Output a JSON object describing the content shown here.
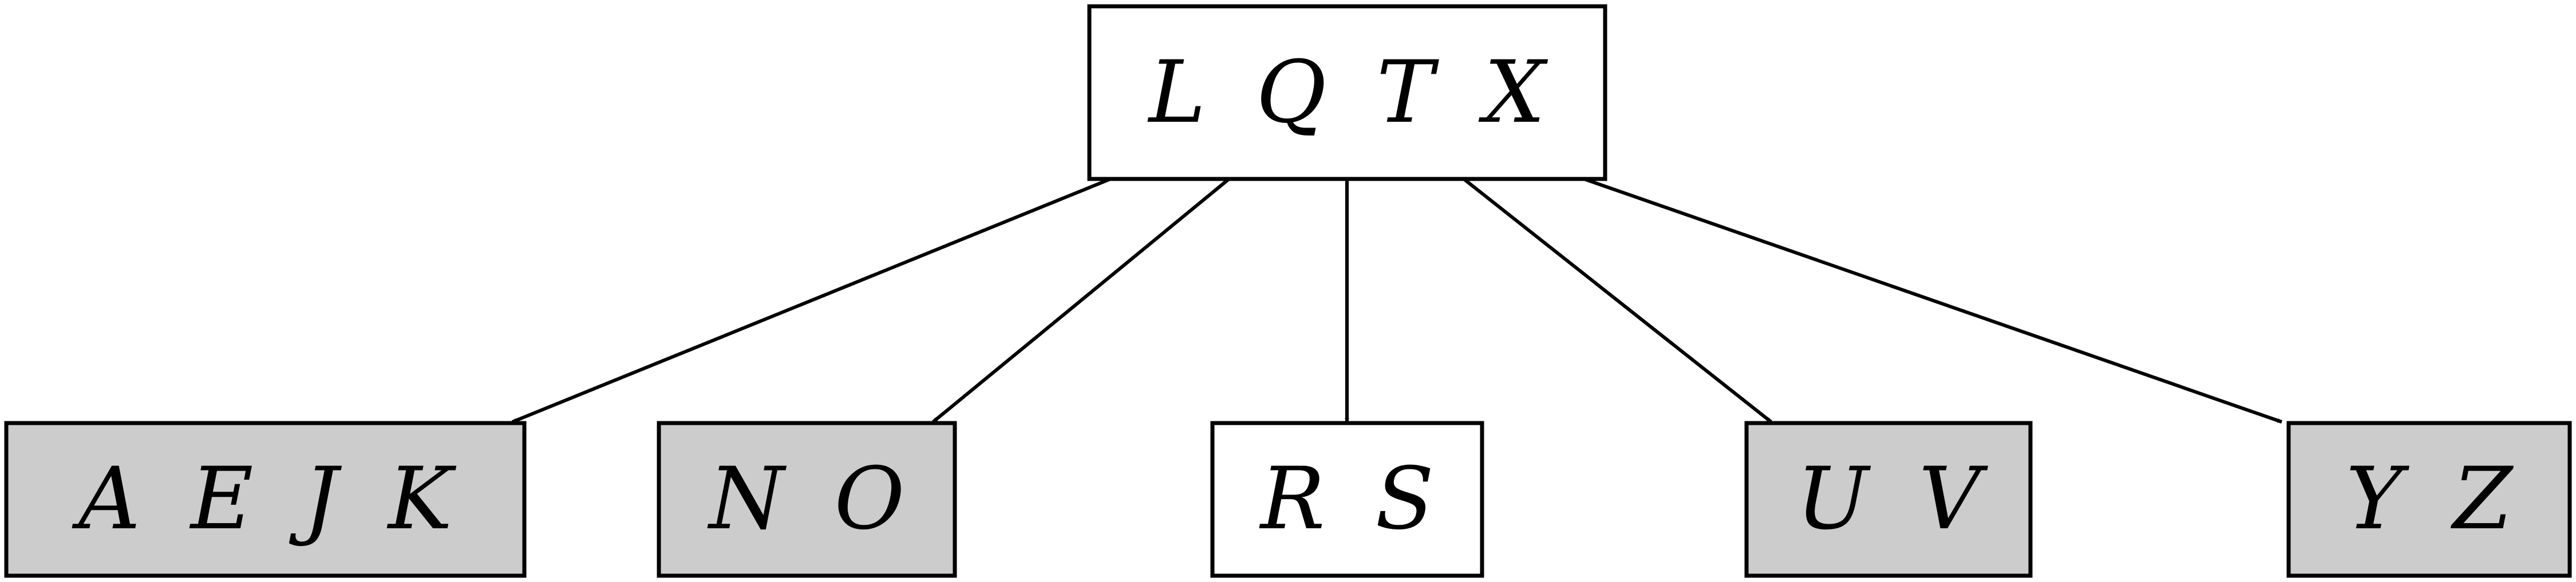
{
  "colors": {
    "leaf_fill": "#cccccc",
    "plain_fill": "#ffffff",
    "stroke": "#000000"
  },
  "root": {
    "label": "L Q T X"
  },
  "children": [
    {
      "label": "A E J K",
      "shaded": true
    },
    {
      "label": "N O",
      "shaded": true
    },
    {
      "label": "R S",
      "shaded": false
    },
    {
      "label": "U V",
      "shaded": true
    },
    {
      "label": "Y Z",
      "shaded": true
    }
  ]
}
